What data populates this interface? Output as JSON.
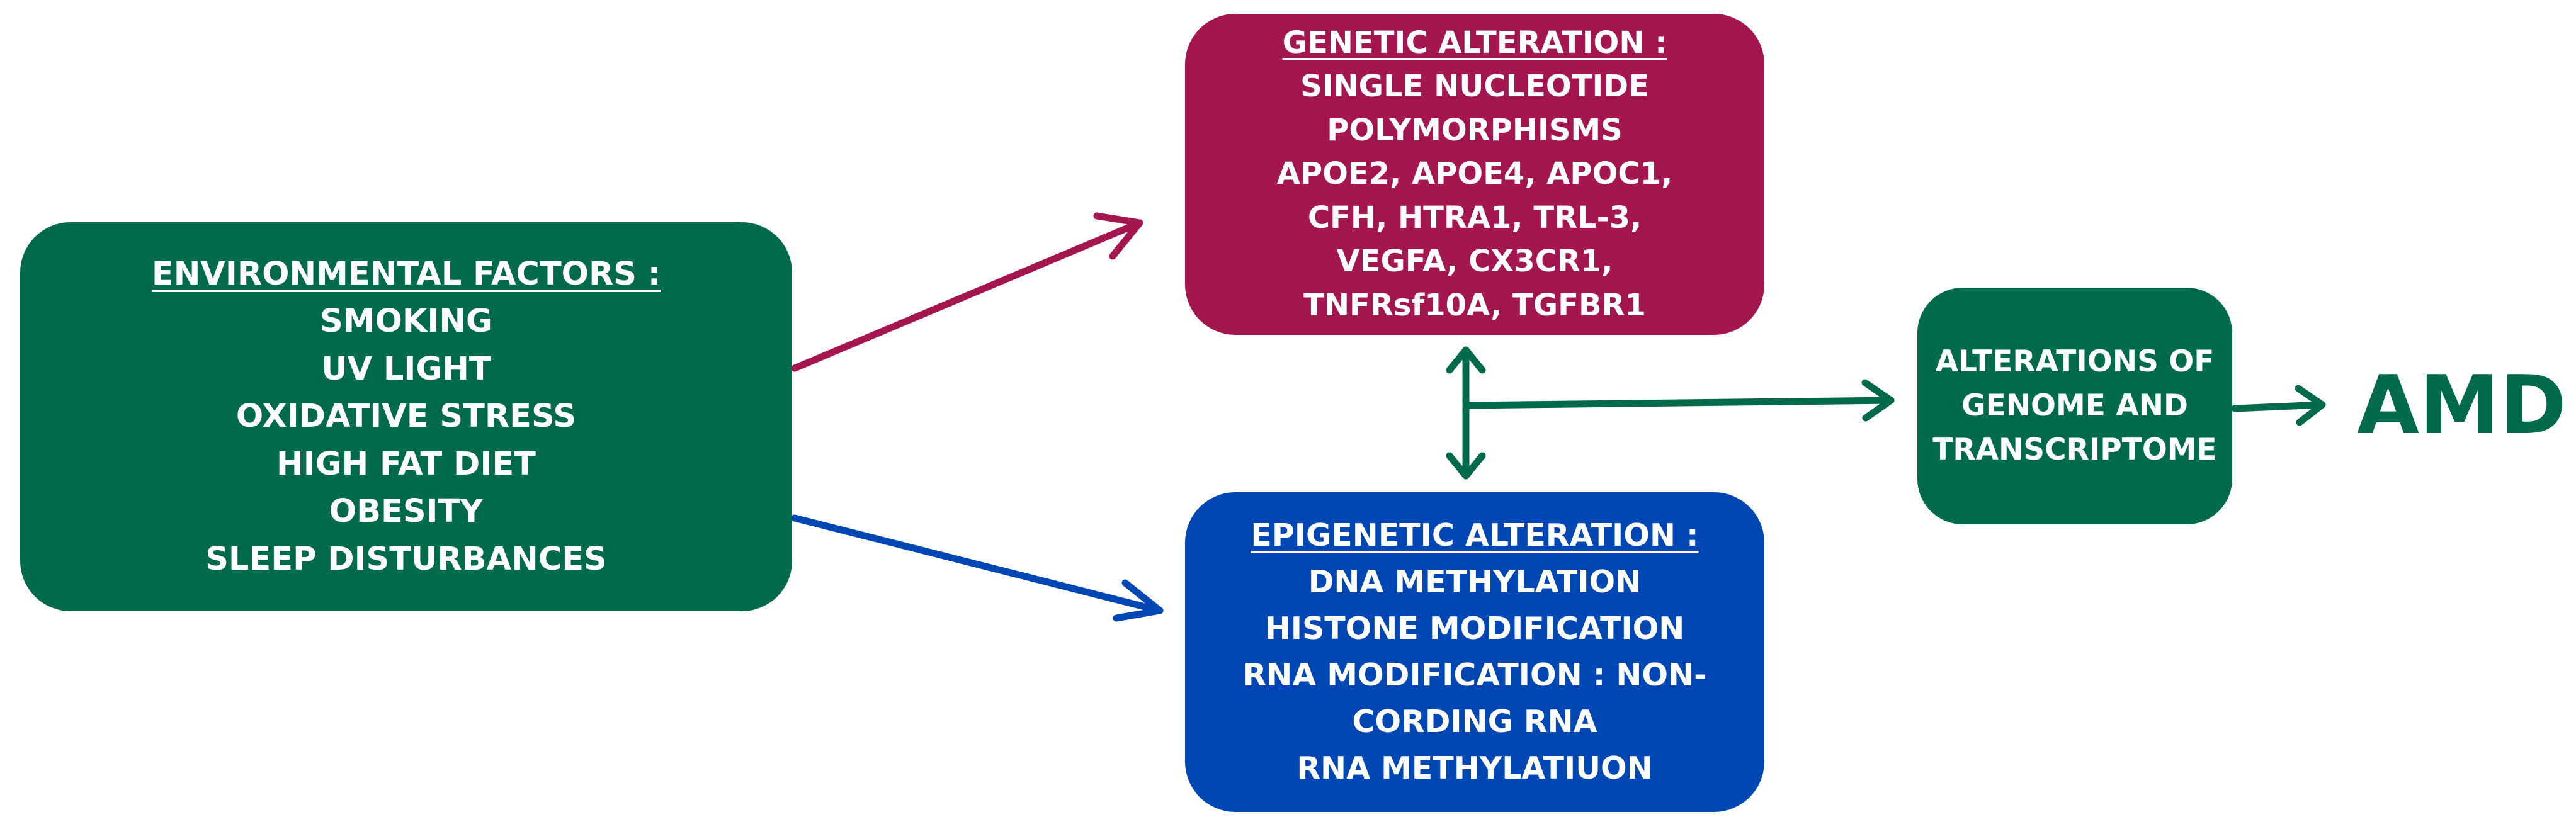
{
  "colors": {
    "environmental": "#006a4a",
    "genetic": "#a3164f",
    "epigenetic": "#0047b3",
    "outcome": "#006a4a",
    "text": "#ffffff",
    "arrow_genetic": "#a3164f",
    "arrow_epigenetic": "#0047b3",
    "arrow_main": "#006a4a"
  },
  "environmental": {
    "heading": "ENVIRONMENTAL FACTORS :",
    "items": [
      "SMOKING",
      "UV LIGHT",
      "OXIDATIVE STRESS",
      "HIGH FAT DIET",
      "OBESITY",
      "SLEEP DISTURBANCES"
    ]
  },
  "genetic": {
    "heading": "GENETIC ALTERATION :",
    "items": [
      "SINGLE NUCLEOTIDE",
      "POLYMORPHISMS",
      "APOE2, APOE4, APOC1,",
      "CFH, HTRA1, TRL-3,",
      "VEGFA, CX3CR1,",
      "TNFRsf10A, TGFBR1"
    ]
  },
  "epigenetic": {
    "heading": "EPIGENETIC ALTERATION :",
    "items": [
      "DNA METHYLATION",
      "HISTONE MODIFICATION",
      "RNA MODIFICATION : NON-",
      "CORDING RNA",
      "RNA METHYLATIUON"
    ]
  },
  "alterations": {
    "lines": [
      "ALTERATIONS OF",
      "GENOME AND",
      "TRANSCRIPTOME"
    ]
  },
  "outcome": {
    "label": "AMD"
  },
  "arrows": [
    {
      "from": "environmental",
      "to": "genetic",
      "color_key": "arrow_genetic"
    },
    {
      "from": "environmental",
      "to": "epigenetic",
      "color_key": "arrow_epigenetic"
    },
    {
      "from": "genetic",
      "to": "epigenetic",
      "color_key": "arrow_main",
      "bidirectional": true
    },
    {
      "from": "genetic-epigenetic-link",
      "to": "alterations",
      "color_key": "arrow_main"
    },
    {
      "from": "alterations",
      "to": "outcome",
      "color_key": "arrow_main"
    }
  ]
}
